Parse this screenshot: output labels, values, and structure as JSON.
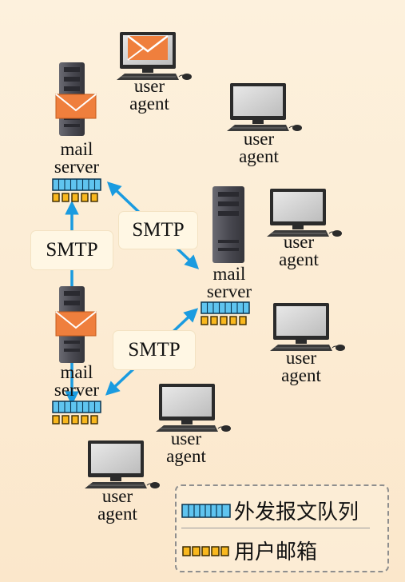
{
  "nodes": {
    "server_top": {
      "label_line1": "mail",
      "label_line2": "server",
      "has_envelope": true
    },
    "server_mid": {
      "label_line1": "mail",
      "label_line2": "server",
      "has_envelope": false
    },
    "server_bot": {
      "label_line1": "mail",
      "label_line2": "server",
      "has_envelope": true
    },
    "user_agents": [
      {
        "line1": "user",
        "line2": "agent",
        "envelope_on_screen": true
      },
      {
        "line1": "user",
        "line2": "agent",
        "envelope_on_screen": false
      },
      {
        "line1": "user",
        "line2": "agent",
        "envelope_on_screen": false
      },
      {
        "line1": "user",
        "line2": "agent",
        "envelope_on_screen": false
      },
      {
        "line1": "user",
        "line2": "agent",
        "envelope_on_screen": false
      },
      {
        "line1": "user",
        "line2": "agent",
        "envelope_on_screen": false
      }
    ]
  },
  "edges": [
    {
      "label": "SMTP",
      "from": "server_top",
      "to": "server_mid"
    },
    {
      "label": "SMTP",
      "from": "server_top",
      "to": "server_bot"
    },
    {
      "label": "SMTP",
      "from": "server_bot",
      "to": "server_mid"
    }
  ],
  "legend": {
    "queue_label": "外发报文队列",
    "mailbox_label": "用户邮箱"
  },
  "colors": {
    "arrow": "#1a9be0",
    "queue_fill": "#5fc4ef",
    "mailbox_fill": "#f9b81e",
    "envelope": "#ef7f3d",
    "server_body": "#4d4d55",
    "monitor_frame": "#2b2b2b",
    "monitor_screen": "#d7d7d7",
    "background": "#fdf1dd"
  },
  "icons": [
    "server-icon",
    "envelope-icon",
    "monitor-icon",
    "keyboard-icon",
    "mouse-icon",
    "queue-icon",
    "mailbox-icon"
  ]
}
